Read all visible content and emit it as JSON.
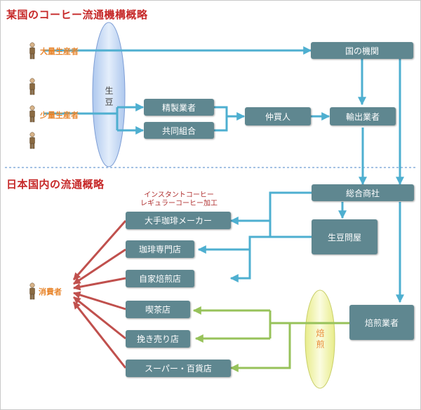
{
  "titles": {
    "overseas": "某国のコーヒー流通機構概略",
    "domestic": "日本国内の流通概略"
  },
  "producers": {
    "large": "大量生産者",
    "small": "少量生産者"
  },
  "ovals": {
    "green_bean": "生豆",
    "roast": "焙煎"
  },
  "boxes": {
    "gov": "国の機関",
    "refine": "精製業者",
    "coop": "共同組合",
    "broker": "仲買人",
    "exporter": "輸出業者",
    "trading": "総合商社",
    "wholesaler": "生豆問屋",
    "roaster": "焙煎業者",
    "maker": "大手珈琲メーカー",
    "specialty": "珈琲専門店",
    "selfroast": "自家焙煎店",
    "cafe": "喫茶店",
    "grind": "挽き売り店",
    "super": "スーパー・百貨店"
  },
  "maker_note": {
    "line1": "インスタントコーヒー",
    "line2": "レギュラーコーヒー加工"
  },
  "consumer": "消費者",
  "colors": {
    "box": "#5f8790",
    "blue_arrow": "#4eafd0",
    "green_arrow": "#97c25a",
    "red_arrow": "#c0504d",
    "title": "#c62828",
    "producer_label": "#e8862d"
  }
}
